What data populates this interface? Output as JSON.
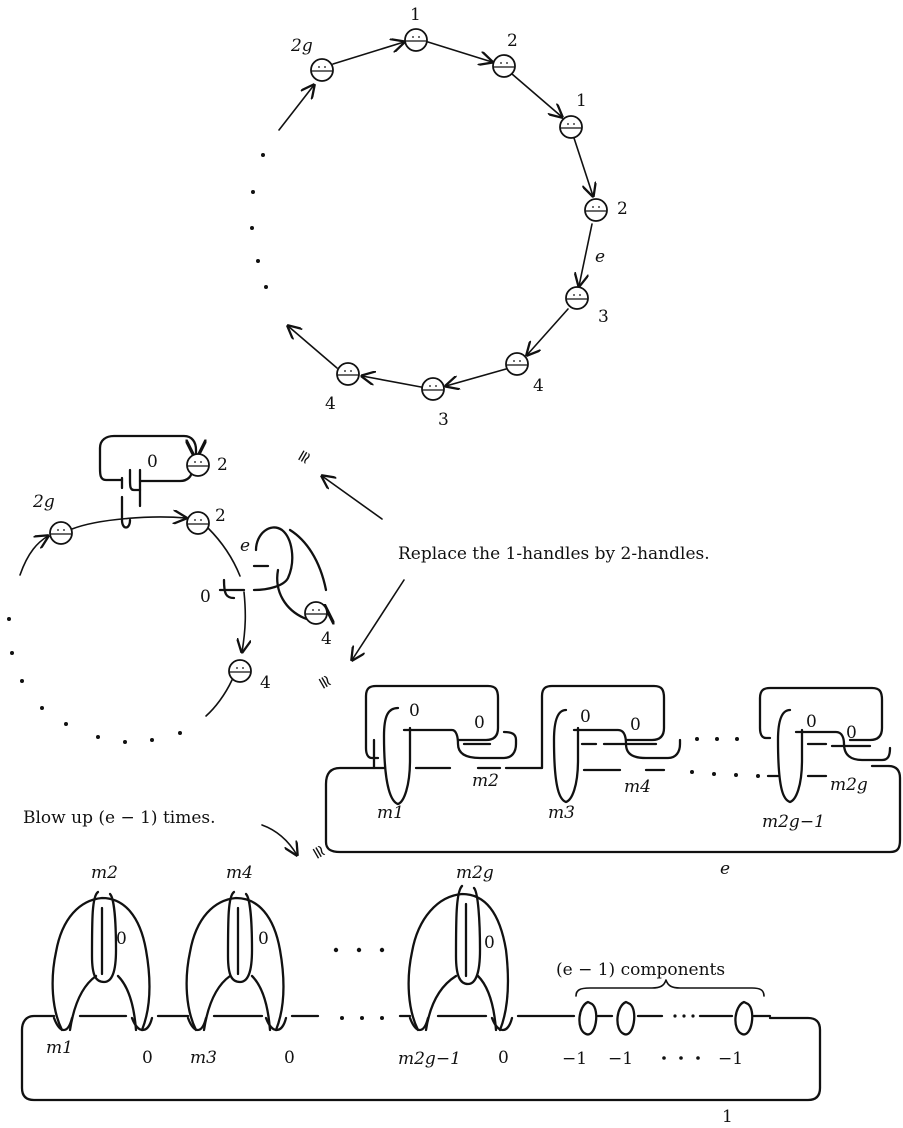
{
  "top_circle": {
    "labels": [
      "2g",
      "1",
      "2",
      "1",
      "2",
      "e",
      "3",
      "4",
      "3",
      "4"
    ]
  },
  "middle_left": {
    "labels": [
      "0",
      "2",
      "2g",
      "2",
      "e",
      "0",
      "4",
      "4"
    ]
  },
  "captions": {
    "replace": "Replace the 1-handles by 2-handles.",
    "blow_up": "Blow up (e − 1) times.",
    "components": "(e − 1) components"
  },
  "equiv_symbol": "≅",
  "right_chain": {
    "zeros": [
      "0",
      "0",
      "0",
      "0",
      "0",
      "0"
    ],
    "m_labels": [
      "m1",
      "m2",
      "m3",
      "m4",
      "m2g−1",
      "m2g"
    ],
    "framing": "e"
  },
  "bottom_chain": {
    "top_m": [
      "m2",
      "m4",
      "m2g"
    ],
    "inner_zeros": [
      "0",
      "0",
      "0"
    ],
    "bottom_m": [
      "m1",
      "m3",
      "m2g−1"
    ],
    "bottom_zeros": [
      "0",
      "0",
      "0"
    ],
    "minus_ones": [
      "−1",
      "−1",
      "−1"
    ],
    "framing": "1"
  }
}
